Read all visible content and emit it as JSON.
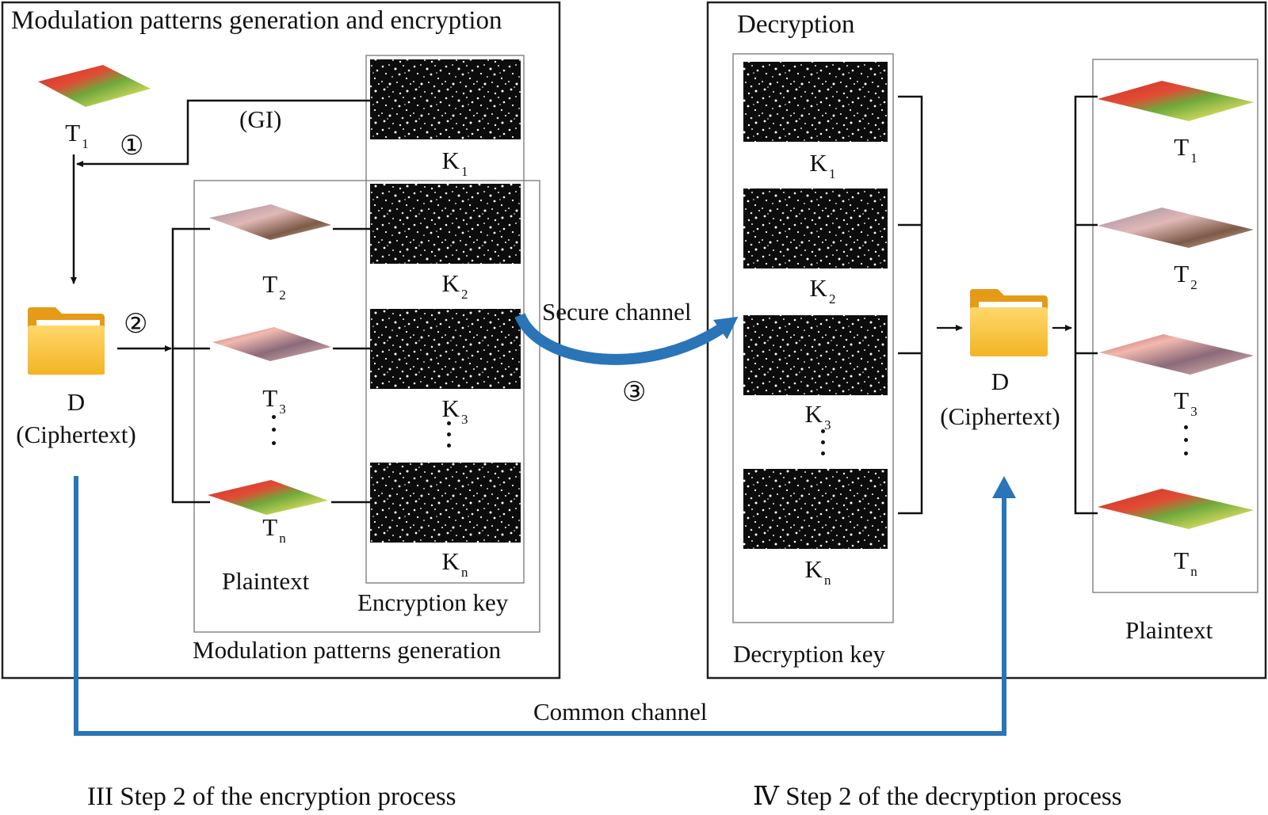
{
  "panels": {
    "encryption_title": "Modulation patterns generation and encryption",
    "decryption_title": "Decryption",
    "modulation_group_label": "Modulation patterns generation",
    "plaintext_label": "Plaintext",
    "encryption_key_label": "Encryption key",
    "decryption_key_label": "Decryption key",
    "plaintext_right_label": "Plaintext"
  },
  "left": {
    "gi_label": "(GI)",
    "step1": "①",
    "step2": "②",
    "t1": {
      "base": "T",
      "sub": "1"
    },
    "file_label_d": "D",
    "file_label_cipher": "(Ciphertext)",
    "plaintexts": [
      {
        "base": "T",
        "sub": "2"
      },
      {
        "base": "T",
        "sub": "3"
      },
      {
        "base": "T",
        "sub": "n"
      }
    ],
    "keys": [
      {
        "base": "K",
        "sub": "1"
      },
      {
        "base": "K",
        "sub": "2"
      },
      {
        "base": "K",
        "sub": "3"
      },
      {
        "base": "K",
        "sub": "n"
      }
    ]
  },
  "channels": {
    "secure": "Secure channel",
    "step3": "③",
    "common": "Common channel"
  },
  "right": {
    "keys": [
      {
        "base": "K",
        "sub": "1"
      },
      {
        "base": "K",
        "sub": "2"
      },
      {
        "base": "K",
        "sub": "3"
      },
      {
        "base": "K",
        "sub": "n"
      }
    ],
    "file_label_d": "D",
    "file_label_cipher": "(Ciphertext)",
    "plaintexts": [
      {
        "base": "T",
        "sub": "1"
      },
      {
        "base": "T",
        "sub": "2"
      },
      {
        "base": "T",
        "sub": "3"
      },
      {
        "base": "T",
        "sub": "n"
      }
    ]
  },
  "captions": {
    "encryption": "III  Step 2 of the encryption process",
    "decryption": "Ⅳ  Step 2 of the decryption process"
  },
  "colors": {
    "blue_channel": "#1f6fba",
    "folder": "#f5b82e",
    "folder_light": "#ffd45a"
  }
}
